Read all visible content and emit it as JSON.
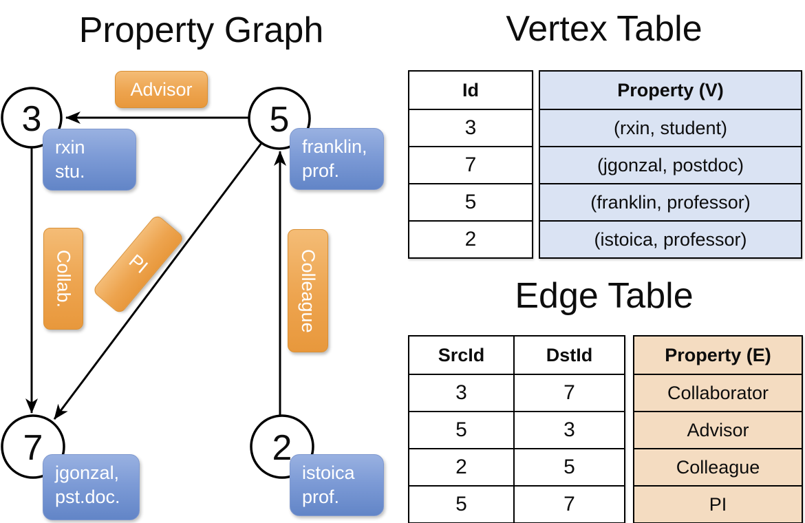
{
  "graph": {
    "title": "Property Graph",
    "nodes": [
      {
        "id": "3",
        "label_lines": [
          "rxin",
          "stu."
        ]
      },
      {
        "id": "5",
        "label_lines": [
          "franklin,",
          "prof."
        ]
      },
      {
        "id": "7",
        "label_lines": [
          "jgonzal,",
          "pst.doc."
        ]
      },
      {
        "id": "2",
        "label_lines": [
          "istoica",
          "prof."
        ]
      }
    ],
    "edges": [
      {
        "src": "5",
        "dst": "3",
        "label": "Advisor"
      },
      {
        "src": "3",
        "dst": "7",
        "label": "Collab."
      },
      {
        "src": "5",
        "dst": "7",
        "label": "PI"
      },
      {
        "src": "2",
        "dst": "5",
        "label": "Colleague"
      }
    ]
  },
  "vertex_table": {
    "title": "Vertex Table",
    "columns": [
      "Id",
      "Property (V)"
    ],
    "rows": [
      [
        "3",
        "(rxin, student)"
      ],
      [
        "7",
        "(jgonzal, postdoc)"
      ],
      [
        "5",
        "(franklin, professor)"
      ],
      [
        "2",
        "(istoica, professor)"
      ]
    ]
  },
  "edge_table": {
    "title": "Edge Table",
    "columns": [
      "SrcId",
      "DstId",
      "Property (E)"
    ],
    "rows": [
      [
        "3",
        "7",
        "Collaborator"
      ],
      [
        "5",
        "3",
        "Advisor"
      ],
      [
        "2",
        "5",
        "Colleague"
      ],
      [
        "5",
        "7",
        "PI"
      ]
    ]
  },
  "colors": {
    "edge_badge_orange_top": "#F4BC76",
    "edge_badge_orange_bottom": "#E8983C",
    "vertex_box_blue_top": "#99B1E1",
    "vertex_box_blue_bottom": "#6285C7",
    "vertex_table_fill": "#DAE3F3",
    "edge_table_fill": "#F4DCC1",
    "line_color": "#000000"
  }
}
